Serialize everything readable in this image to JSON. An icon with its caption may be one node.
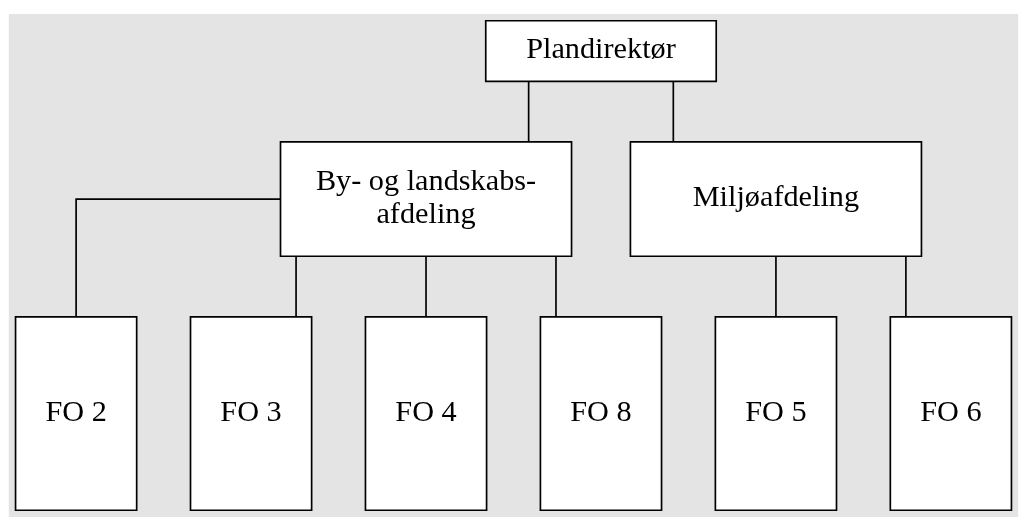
{
  "diagram": {
    "nodes": [
      {
        "text": [
          "Plandirektør"
        ]
      },
      {
        "text": [
          "By- og landskabs- afdeling"
        ]
      },
      {
        "text": [
          "Miljøafdeling"
        ]
      },
      {
        "text": [
          "FO 2"
        ]
      },
      {
        "text": [
          "FO 3"
        ]
      },
      {
        "text": [
          "FO 4"
        ]
      },
      {
        "text": [
          "FO 8"
        ]
      },
      {
        "text": [
          "FO 5"
        ]
      },
      {
        "text": [
          "FO 6"
        ]
      }
    ],
    "edges": [
      {
        "from": 0,
        "to": 1,
        "arrow": "none"
      },
      {
        "from": 0,
        "to": 2,
        "arrow": "none"
      },
      {
        "from": 1,
        "to": 3,
        "arrow": "none"
      },
      {
        "from": 1,
        "to": 4,
        "arrow": "none"
      },
      {
        "from": 1,
        "to": 5,
        "arrow": "none"
      },
      {
        "from": 1,
        "to": 6,
        "arrow": "none"
      },
      {
        "from": 2,
        "to": 7,
        "arrow": "none"
      },
      {
        "from": 2,
        "to": 8,
        "arrow": "none"
      }
    ]
  }
}
